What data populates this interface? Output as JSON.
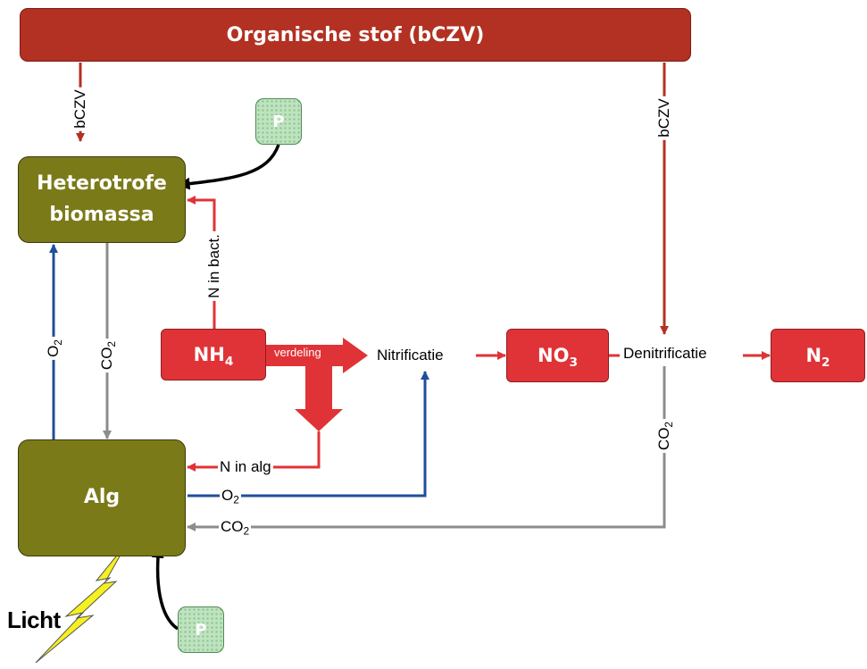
{
  "nodes": {
    "organische_stof": "Organische stof (bCZV)",
    "heterotrofe_line1": "Heterotrofe",
    "heterotrofe_line2": "biomassa",
    "alg": "Alg",
    "nh": "NH",
    "nh_sub": "4",
    "no": "NO",
    "no_sub": "3",
    "n": "N",
    "n_sub": "2",
    "p_top": "P",
    "p_bottom": "P"
  },
  "labels": {
    "bczv_left": "bCZV",
    "bczv_right": "bCZV",
    "n_in_bact": "N in bact.",
    "o2_vertical": "O",
    "o2_vertical_sub": "2",
    "co2_vertical": "CO",
    "co2_vertical_sub": "2",
    "verdeling": "verdeling",
    "nitrificatie": "Nitrificatie",
    "denitrificatie": "Denitrificatie",
    "co2_right_vertical": "CO",
    "co2_right_vertical_sub": "2",
    "n_in_alg": "N in alg",
    "o2_horizontal": "O",
    "o2_horizontal_sub": "2",
    "co2_horizontal": "CO",
    "co2_horizontal_sub": "2",
    "licht": "Licht"
  },
  "colors": {
    "banner": "#b23122",
    "olive": "#7b7a19",
    "red_box": "#e03337",
    "red_arrow": "#e03337",
    "dark_red_arrow": "#b23122",
    "blue_arrow": "#1f4e9b",
    "gray_arrow": "#8c8c8c",
    "lightning": "#f5f01f",
    "phosphorus": "#bfe3c0"
  }
}
